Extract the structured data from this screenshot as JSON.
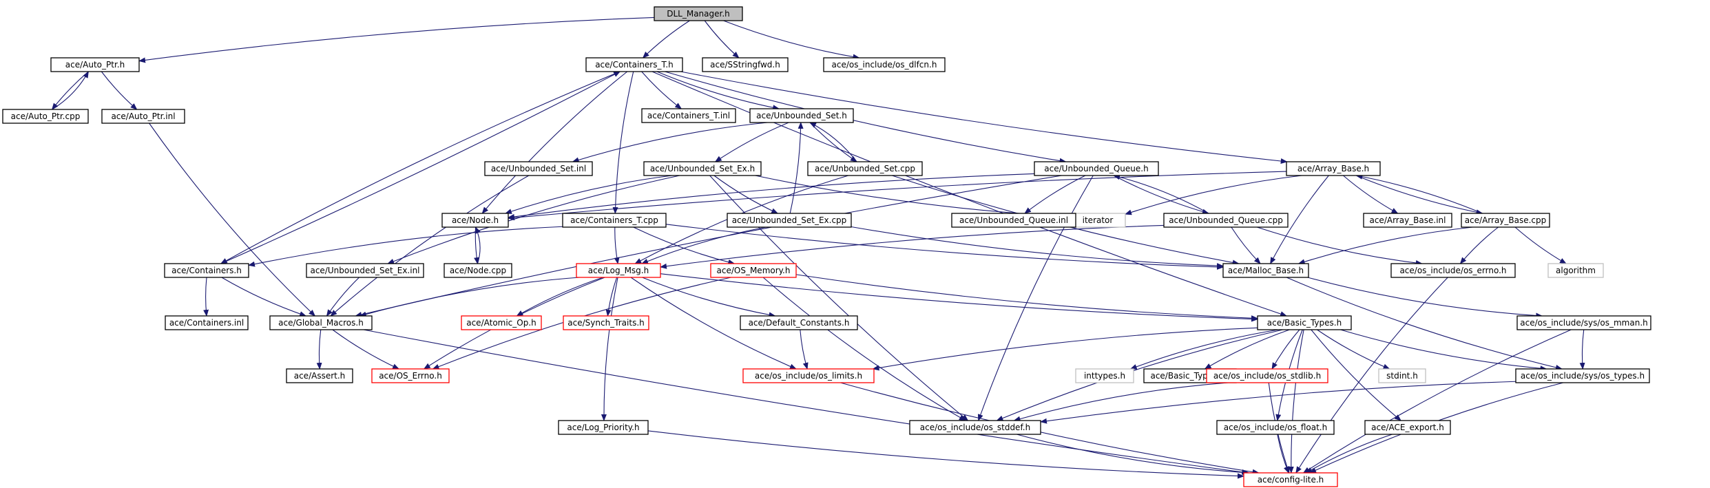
{
  "graph": {
    "colors": {
      "edge": "#191970",
      "border_default": "#000000",
      "border_external": "#ff0000",
      "border_system": "#bfbfbf",
      "fill_root": "#bfbfbf",
      "fill_default": "#ffffff"
    },
    "nodes": [
      {
        "id": "dll_manager",
        "label": "DLL_Manager.h",
        "style": "root"
      },
      {
        "id": "auto_ptr_h",
        "label": "ace/Auto_Ptr.h",
        "style": "default"
      },
      {
        "id": "auto_ptr_cpp",
        "label": "ace/Auto_Ptr.cpp",
        "style": "default"
      },
      {
        "id": "auto_ptr_inl",
        "label": "ace/Auto_Ptr.inl",
        "style": "default"
      },
      {
        "id": "containers_t_h",
        "label": "ace/Containers_T.h",
        "style": "default"
      },
      {
        "id": "sstringfwd_h",
        "label": "ace/SStringfwd.h",
        "style": "default"
      },
      {
        "id": "os_dlfcn_h",
        "label": "ace/os_include/os_dlfcn.h",
        "style": "default"
      },
      {
        "id": "containers_t_inl",
        "label": "ace/Containers_T.inl",
        "style": "default"
      },
      {
        "id": "unbounded_set_h",
        "label": "ace/Unbounded_Set.h",
        "style": "default"
      },
      {
        "id": "unbounded_set_inl",
        "label": "ace/Unbounded_Set.inl",
        "style": "default"
      },
      {
        "id": "unbounded_set_ex_h",
        "label": "ace/Unbounded_Set_Ex.h",
        "style": "default"
      },
      {
        "id": "unbounded_set_cpp",
        "label": "ace/Unbounded_Set.cpp",
        "style": "default"
      },
      {
        "id": "unbounded_queue_h",
        "label": "ace/Unbounded_Queue.h",
        "style": "default"
      },
      {
        "id": "array_base_h",
        "label": "ace/Array_Base.h",
        "style": "default"
      },
      {
        "id": "node_h",
        "label": "ace/Node.h",
        "style": "default"
      },
      {
        "id": "containers_t_cpp",
        "label": "ace/Containers_T.cpp",
        "style": "default"
      },
      {
        "id": "unbounded_set_ex_cpp",
        "label": "ace/Unbounded_Set_Ex.cpp",
        "style": "default"
      },
      {
        "id": "iterator",
        "label": "iterator",
        "style": "system"
      },
      {
        "id": "unbounded_queue_inl",
        "label": "ace/Unbounded_Queue.inl",
        "style": "default"
      },
      {
        "id": "unbounded_queue_cpp",
        "label": "ace/Unbounded_Queue.cpp",
        "style": "default"
      },
      {
        "id": "array_base_inl",
        "label": "ace/Array_Base.inl",
        "style": "default"
      },
      {
        "id": "array_base_cpp",
        "label": "ace/Array_Base.cpp",
        "style": "default"
      },
      {
        "id": "containers_h",
        "label": "ace/Containers.h",
        "style": "default"
      },
      {
        "id": "unbounded_set_ex_inl",
        "label": "ace/Unbounded_Set_Ex.inl",
        "style": "default"
      },
      {
        "id": "node_cpp",
        "label": "ace/Node.cpp",
        "style": "default"
      },
      {
        "id": "log_msg_h",
        "label": "ace/Log_Msg.h",
        "style": "external"
      },
      {
        "id": "os_memory_h",
        "label": "ace/OS_Memory.h",
        "style": "external"
      },
      {
        "id": "malloc_base_h",
        "label": "ace/Malloc_Base.h",
        "style": "default"
      },
      {
        "id": "os_errno_h_inc",
        "label": "ace/os_include/os_errno.h",
        "style": "default"
      },
      {
        "id": "algorithm",
        "label": "algorithm",
        "style": "system"
      },
      {
        "id": "containers_inl",
        "label": "ace/Containers.inl",
        "style": "default"
      },
      {
        "id": "global_macros_h",
        "label": "ace/Global_Macros.h",
        "style": "default"
      },
      {
        "id": "atomic_op_h",
        "label": "ace/Atomic_Op.h",
        "style": "external"
      },
      {
        "id": "synch_traits_h",
        "label": "ace/Synch_Traits.h",
        "style": "external"
      },
      {
        "id": "default_constants_h",
        "label": "ace/Default_Constants.h",
        "style": "default"
      },
      {
        "id": "basic_types_h",
        "label": "ace/Basic_Types.h",
        "style": "default"
      },
      {
        "id": "os_mman_h",
        "label": "ace/os_include/sys/os_mman.h",
        "style": "default"
      },
      {
        "id": "assert_h",
        "label": "ace/Assert.h",
        "style": "default"
      },
      {
        "id": "os_errno_h",
        "label": "ace/OS_Errno.h",
        "style": "external"
      },
      {
        "id": "os_limits_h",
        "label": "ace/os_include/os_limits.h",
        "style": "external"
      },
      {
        "id": "inttypes_h",
        "label": "inttypes.h",
        "style": "system"
      },
      {
        "id": "basic_types_inl",
        "label": "ace/Basic_Types.inl",
        "style": "default"
      },
      {
        "id": "os_stdlib_h",
        "label": "ace/os_include/os_stdlib.h",
        "style": "external"
      },
      {
        "id": "stdint_h",
        "label": "stdint.h",
        "style": "system"
      },
      {
        "id": "os_types_h",
        "label": "ace/os_include/sys/os_types.h",
        "style": "default"
      },
      {
        "id": "log_priority_h",
        "label": "ace/Log_Priority.h",
        "style": "default"
      },
      {
        "id": "os_stddef_h",
        "label": "ace/os_include/os_stddef.h",
        "style": "default"
      },
      {
        "id": "os_float_h",
        "label": "ace/os_include/os_float.h",
        "style": "default"
      },
      {
        "id": "ace_export_h",
        "label": "ace/ACE_export.h",
        "style": "default"
      },
      {
        "id": "config_lite_h",
        "label": "ace/config-lite.h",
        "style": "external"
      }
    ],
    "edges": [
      [
        "dll_manager",
        "auto_ptr_h"
      ],
      [
        "dll_manager",
        "containers_t_h"
      ],
      [
        "dll_manager",
        "sstringfwd_h"
      ],
      [
        "dll_manager",
        "os_dlfcn_h"
      ],
      [
        "auto_ptr_h",
        "auto_ptr_cpp"
      ],
      [
        "auto_ptr_cpp",
        "auto_ptr_h"
      ],
      [
        "auto_ptr_h",
        "auto_ptr_inl"
      ],
      [
        "auto_ptr_inl",
        "global_macros_h"
      ],
      [
        "containers_t_h",
        "containers_t_inl"
      ],
      [
        "containers_t_h",
        "unbounded_set_h"
      ],
      [
        "containers_t_h",
        "containers_t_cpp"
      ],
      [
        "containers_t_h",
        "node_h"
      ],
      [
        "containers_t_h",
        "containers_h"
      ],
      [
        "containers_h",
        "containers_t_h"
      ],
      [
        "containers_t_h",
        "unbounded_queue_h"
      ],
      [
        "containers_t_h",
        "array_base_h"
      ],
      [
        "containers_t_h",
        "basic_types_h"
      ],
      [
        "unbounded_set_h",
        "unbounded_set_inl"
      ],
      [
        "unbounded_set_h",
        "unbounded_set_ex_h"
      ],
      [
        "unbounded_set_h",
        "unbounded_set_cpp"
      ],
      [
        "unbounded_set_cpp",
        "unbounded_set_h"
      ],
      [
        "unbounded_set_ex_cpp",
        "unbounded_set_h"
      ],
      [
        "unbounded_set_inl",
        "global_macros_h"
      ],
      [
        "unbounded_set_ex_h",
        "node_h"
      ],
      [
        "unbounded_set_ex_h",
        "unbounded_set_ex_cpp"
      ],
      [
        "unbounded_set_ex_h",
        "unbounded_set_ex_inl"
      ],
      [
        "unbounded_set_ex_h",
        "iterator"
      ],
      [
        "unbounded_set_ex_h",
        "os_stddef_h"
      ],
      [
        "unbounded_set_cpp",
        "log_msg_h"
      ],
      [
        "unbounded_set_cpp",
        "malloc_base_h"
      ],
      [
        "unbounded_set_ex_cpp",
        "log_msg_h"
      ],
      [
        "unbounded_set_ex_cpp",
        "malloc_base_h"
      ],
      [
        "unbounded_queue_h",
        "node_h"
      ],
      [
        "unbounded_queue_h",
        "unbounded_queue_inl"
      ],
      [
        "unbounded_queue_h",
        "unbounded_queue_cpp"
      ],
      [
        "unbounded_queue_cpp",
        "unbounded_queue_h"
      ],
      [
        "unbounded_queue_h",
        "global_macros_h"
      ],
      [
        "unbounded_queue_h",
        "os_stddef_h"
      ],
      [
        "unbounded_queue_cpp",
        "malloc_base_h"
      ],
      [
        "unbounded_queue_cpp",
        "log_msg_h"
      ],
      [
        "unbounded_queue_cpp",
        "os_errno_h_inc"
      ],
      [
        "array_base_h",
        "iterator"
      ],
      [
        "array_base_h",
        "array_base_inl"
      ],
      [
        "array_base_h",
        "array_base_cpp"
      ],
      [
        "array_base_cpp",
        "array_base_h"
      ],
      [
        "array_base_h",
        "malloc_base_h"
      ],
      [
        "array_base_h",
        "node_h"
      ],
      [
        "array_base_cpp",
        "malloc_base_h"
      ],
      [
        "array_base_cpp",
        "os_errno_h_inc"
      ],
      [
        "array_base_cpp",
        "algorithm"
      ],
      [
        "node_h",
        "node_cpp"
      ],
      [
        "node_cpp",
        "node_h"
      ],
      [
        "containers_t_cpp",
        "containers_h"
      ],
      [
        "containers_t_cpp",
        "log_msg_h"
      ],
      [
        "containers_t_cpp",
        "os_memory_h"
      ],
      [
        "containers_t_cpp",
        "malloc_base_h"
      ],
      [
        "containers_h",
        "containers_inl"
      ],
      [
        "containers_h",
        "global_macros_h"
      ],
      [
        "unbounded_set_ex_inl",
        "global_macros_h"
      ],
      [
        "log_msg_h",
        "global_macros_h"
      ],
      [
        "log_msg_h",
        "atomic_op_h"
      ],
      [
        "log_msg_h",
        "synch_traits_h"
      ],
      [
        "log_msg_h",
        "default_constants_h"
      ],
      [
        "log_msg_h",
        "os_errno_h"
      ],
      [
        "log_msg_h",
        "log_priority_h"
      ],
      [
        "log_msg_h",
        "os_limits_h"
      ],
      [
        "log_msg_h",
        "basic_types_h"
      ],
      [
        "os_memory_h",
        "basic_types_h"
      ],
      [
        "os_memory_h",
        "os_stddef_h"
      ],
      [
        "os_memory_h",
        "os_errno_h"
      ],
      [
        "malloc_base_h",
        "os_mman_h"
      ],
      [
        "malloc_base_h",
        "os_types_h"
      ],
      [
        "os_errno_h_inc",
        "config_lite_h"
      ],
      [
        "global_macros_h",
        "assert_h"
      ],
      [
        "global_macros_h",
        "os_errno_h"
      ],
      [
        "global_macros_h",
        "config_lite_h"
      ],
      [
        "default_constants_h",
        "os_limits_h"
      ],
      [
        "basic_types_h",
        "os_limits_h"
      ],
      [
        "basic_types_h",
        "os_stddef_h"
      ],
      [
        "basic_types_h",
        "inttypes_h"
      ],
      [
        "basic_types_h",
        "basic_types_inl"
      ],
      [
        "basic_types_h",
        "os_stdlib_h"
      ],
      [
        "basic_types_h",
        "stdint_h"
      ],
      [
        "basic_types_h",
        "os_types_h"
      ],
      [
        "basic_types_h",
        "os_float_h"
      ],
      [
        "basic_types_h",
        "ace_export_h"
      ],
      [
        "basic_types_h",
        "config_lite_h"
      ],
      [
        "os_mman_h",
        "os_types_h"
      ],
      [
        "os_mman_h",
        "config_lite_h"
      ],
      [
        "os_types_h",
        "os_stddef_h"
      ],
      [
        "os_types_h",
        "config_lite_h"
      ],
      [
        "os_limits_h",
        "config_lite_h"
      ],
      [
        "os_stdlib_h",
        "os_stddef_h"
      ],
      [
        "os_stdlib_h",
        "config_lite_h"
      ],
      [
        "log_priority_h",
        "config_lite_h"
      ],
      [
        "os_stddef_h",
        "config_lite_h"
      ],
      [
        "os_float_h",
        "config_lite_h"
      ],
      [
        "ace_export_h",
        "config_lite_h"
      ]
    ]
  }
}
